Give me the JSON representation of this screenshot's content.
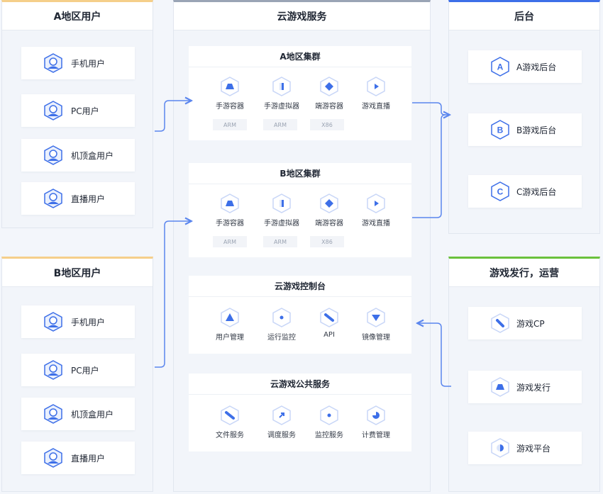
{
  "user_panel_a": {
    "title": "A地区用户",
    "items": [
      "手机用户",
      "PC用户",
      "机顶盒用户",
      "直播用户"
    ]
  },
  "user_panel_b": {
    "title": "B地区用户",
    "items": [
      "手机用户",
      "PC用户",
      "机顶盒用户",
      "直播用户"
    ]
  },
  "service_panel": {
    "title": "云游戏服务",
    "cluster_a": {
      "title": "A地区集群",
      "items": [
        "手游容器",
        "手游虚拟器",
        "端游容器",
        "游戏直播"
      ],
      "tags": [
        "ARM",
        "ARM",
        "X86"
      ]
    },
    "cluster_b": {
      "title": "B地区集群",
      "items": [
        "手游容器",
        "手游虚拟器",
        "端游容器",
        "游戏直播"
      ],
      "tags": [
        "ARM",
        "ARM",
        "X86"
      ]
    },
    "console": {
      "title": "云游戏控制台",
      "items": [
        "用户管理",
        "运行监控",
        "API",
        "镜像管理"
      ]
    },
    "public": {
      "title": "云游戏公共服务",
      "items": [
        "文件服务",
        "调度服务",
        "监控服务",
        "计费管理"
      ]
    }
  },
  "backend_panel": {
    "title": "后台",
    "items": [
      {
        "letter": "A",
        "label": "A游戏后台"
      },
      {
        "letter": "B",
        "label": "B游戏后台"
      },
      {
        "letter": "C",
        "label": "C游戏后台"
      }
    ]
  },
  "publish_panel": {
    "title": "游戏发行，运营",
    "items": [
      "游戏CP",
      "游戏发行",
      "游戏平台"
    ]
  },
  "colors": {
    "accent": "#3d6fe8",
    "orange_bar": "#f5cf8a",
    "gray_bar": "#9aa4b5",
    "green_bar": "#6ac13c",
    "connector": "#5b86ee"
  }
}
